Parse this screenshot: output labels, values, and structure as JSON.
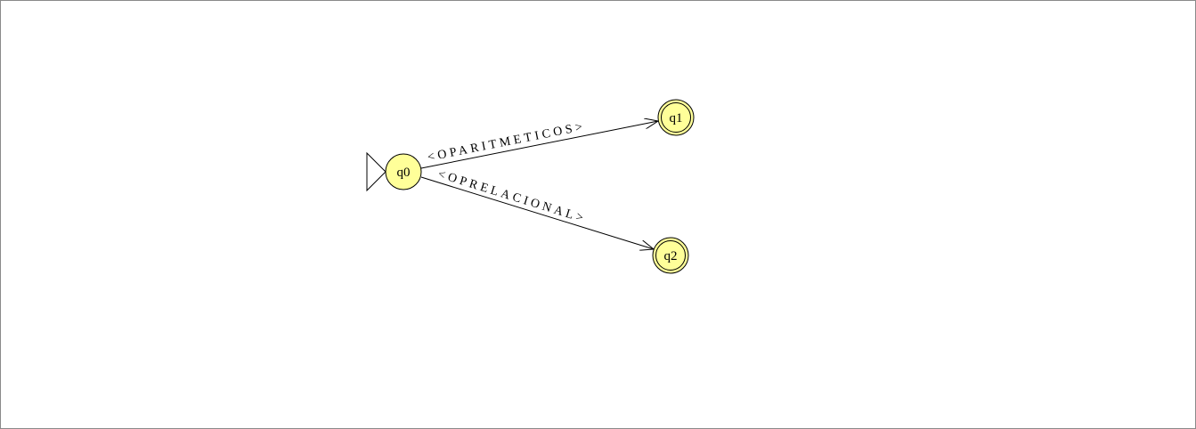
{
  "automaton": {
    "colors": {
      "state_fill": "#ffff99",
      "state_stroke": "#000000",
      "edge_stroke": "#000000",
      "canvas_border": "#8a8a8a"
    },
    "states": [
      {
        "id": "q0",
        "label": "q0",
        "initial": true,
        "final": false
      },
      {
        "id": "q1",
        "label": "q1",
        "initial": false,
        "final": true
      },
      {
        "id": "q2",
        "label": "q2",
        "initial": false,
        "final": true
      }
    ],
    "transitions": [
      {
        "from": "q0",
        "to": "q1",
        "label": "<OPARITMETICOS>"
      },
      {
        "from": "q0",
        "to": "q2",
        "label": "<OPRELACIONAL>"
      }
    ]
  }
}
